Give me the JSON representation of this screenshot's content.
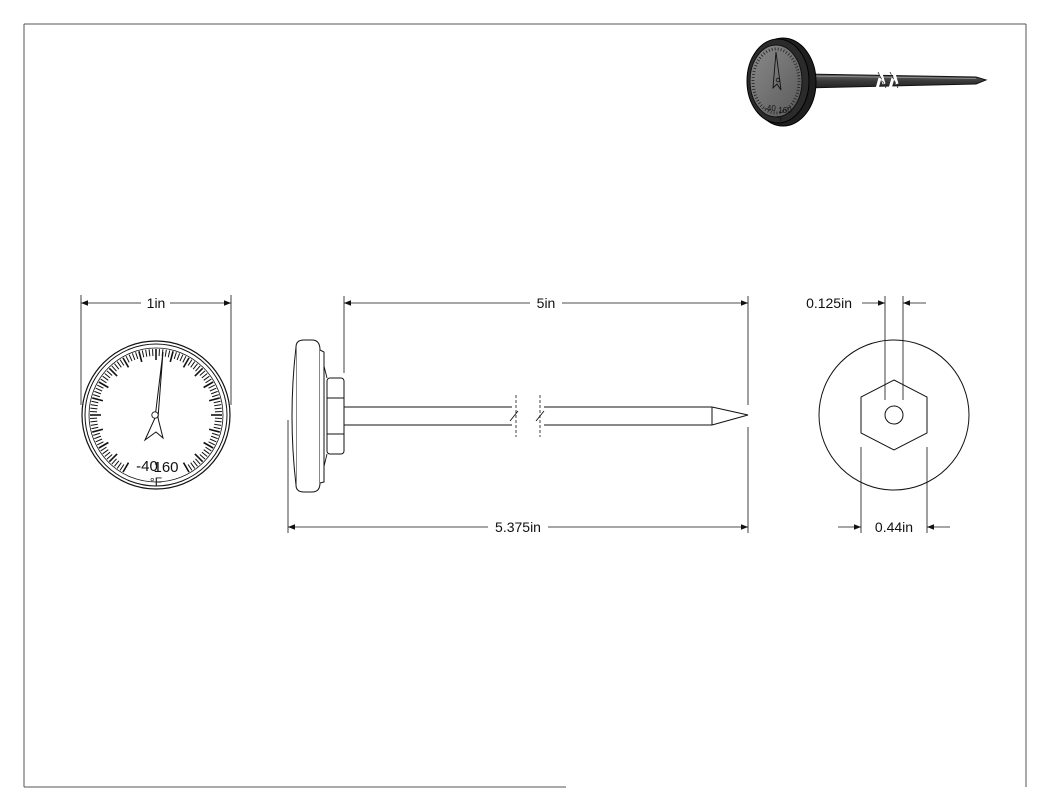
{
  "dimensions": {
    "dial_diameter": "1in",
    "stem_length": "5in",
    "overall_length": "5.375in",
    "stem_diameter": "0.125in",
    "hex_width": "0.44in"
  },
  "dial": {
    "scale_low": "-40",
    "scale_high": "160",
    "unit": "°F"
  },
  "iso_preview": {
    "scale_low": "-40",
    "scale_high": "160",
    "unit": "°F"
  }
}
